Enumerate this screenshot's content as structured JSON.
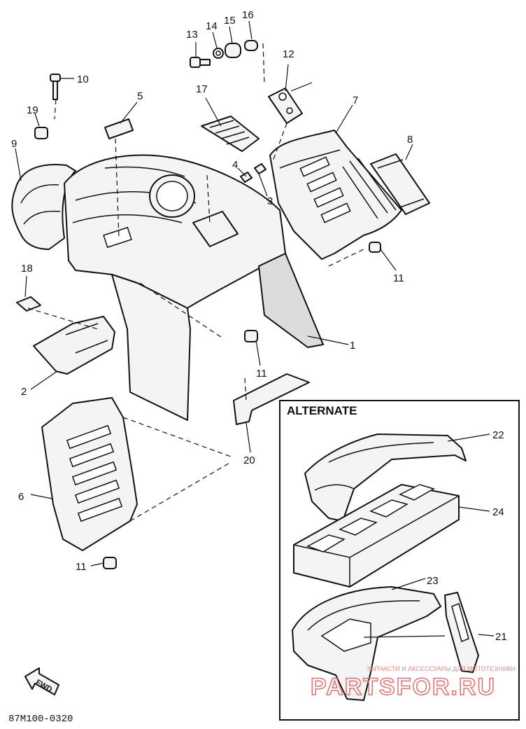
{
  "diagram_code": "87M100-0320",
  "alternate_title": "ALTERNATE",
  "forward_label": "FWD",
  "watermark": {
    "line1": "ЗАПЧАСТИ И АКСЕССУАРЫ ДЛЯ МОТОТЕХНИКИ",
    "line2": "PARTSFOR.RU"
  },
  "callouts": {
    "c1": "1",
    "c2": "2",
    "c3": "3",
    "c4": "4",
    "c5": "5",
    "c6": "6",
    "c7": "7",
    "c8": "8",
    "c9": "9",
    "c10": "10",
    "c11a": "11",
    "c11b": "11",
    "c11c": "11",
    "c12": "12",
    "c13": "13",
    "c14": "14",
    "c15": "15",
    "c16": "16",
    "c17": "17",
    "c18": "18",
    "c19": "19",
    "c20": "20",
    "c21": "21",
    "c22": "22",
    "c23": "23",
    "c24": "24"
  }
}
